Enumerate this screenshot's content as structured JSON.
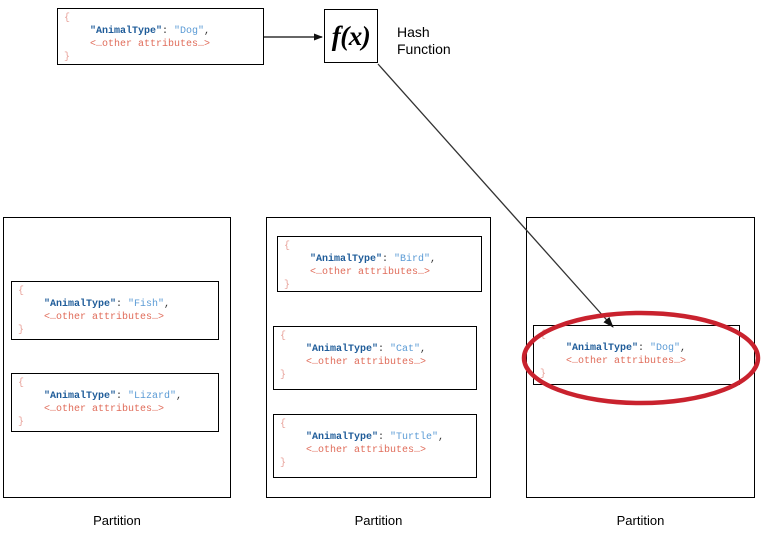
{
  "diagram": {
    "title_label": "Hash Function",
    "hash_box_text": "f(x)",
    "partition_label": "Partition",
    "code_template": {
      "open_brace": "{",
      "key": "\"AnimalType\"",
      "colon": ": ",
      "comma": ",",
      "attributes_line": "<…other attributes…>",
      "close_brace": "}"
    }
  },
  "input_record": {
    "open_brace": "{",
    "key": "\"AnimalType\"",
    "colon": ": ",
    "value": "\"Dog\"",
    "comma": ",",
    "attributes": "<…other attributes…>",
    "close_brace": "}"
  },
  "partitions": [
    {
      "name": "partition-1",
      "label": "Partition",
      "records": [
        {
          "open_brace": "{",
          "key": "\"AnimalType\"",
          "colon": ": ",
          "value": "\"Fish\"",
          "comma": ",",
          "attributes": "<…other attributes…>",
          "close_brace": "}",
          "highlighted": false
        },
        {
          "open_brace": "{",
          "key": "\"AnimalType\"",
          "colon": ": ",
          "value": "\"Lizard\"",
          "comma": ",",
          "attributes": "<…other attributes…>",
          "close_brace": "}",
          "highlighted": false
        }
      ]
    },
    {
      "name": "partition-2",
      "label": "Partition",
      "records": [
        {
          "open_brace": "{",
          "key": "\"AnimalType\"",
          "colon": ": ",
          "value": "\"Bird\"",
          "comma": ",",
          "attributes": "<…other attributes…>",
          "close_brace": "}",
          "highlighted": false
        },
        {
          "open_brace": "{",
          "key": "\"AnimalType\"",
          "colon": ": ",
          "value": "\"Cat\"",
          "comma": ",",
          "attributes": "<…other attributes…>",
          "close_brace": "}",
          "highlighted": false
        },
        {
          "open_brace": "{",
          "key": "\"AnimalType\"",
          "colon": ": ",
          "value": "\"Turtle\"",
          "comma": ",",
          "attributes": "<…other attributes…>",
          "close_brace": "}",
          "highlighted": false
        }
      ]
    },
    {
      "name": "partition-3",
      "label": "Partition",
      "records": [
        {
          "open_brace": "{",
          "key": "\"AnimalType\"",
          "colon": ": ",
          "value": "\"Dog\"",
          "comma": ",",
          "attributes": "<…other attributes…>",
          "close_brace": "}",
          "highlighted": true
        }
      ]
    }
  ],
  "colors": {
    "key": "#1f5c99",
    "value": "#5b9bd5",
    "attributes": "#e06c5a",
    "brace": "#e8a29a",
    "highlight_ellipse": "#c9222e",
    "stroke": "#000000"
  }
}
